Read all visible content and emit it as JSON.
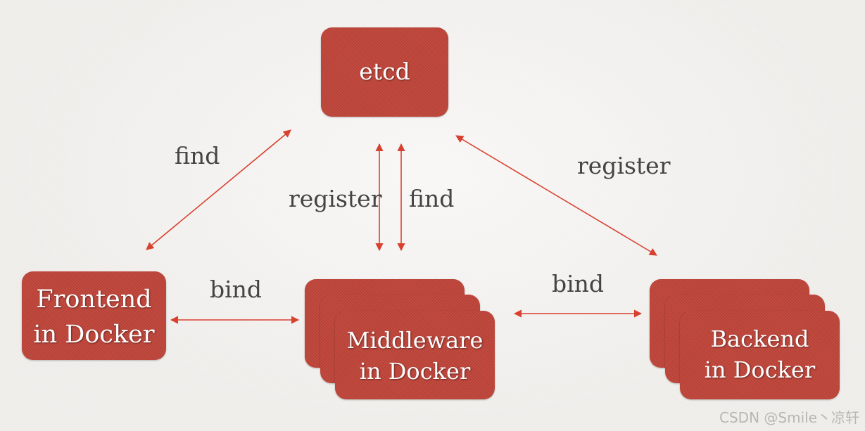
{
  "nodes": {
    "etcd": "etcd",
    "frontend": [
      "Frontend",
      "in Docker"
    ],
    "middleware": [
      "Middleware",
      "in Docker"
    ],
    "backend": [
      "Backend",
      "in Docker"
    ]
  },
  "edges": {
    "frontend_etcd": "find",
    "middleware_register": "register",
    "middleware_find": "find",
    "backend_etcd": "register",
    "frontend_middleware": "bind",
    "middleware_backend": "bind"
  },
  "colors": {
    "box_fill": "#c0453a",
    "arrow": "#d8402f",
    "text": "#444444",
    "background": "#f1efec"
  },
  "watermark": "CSDN @Smile丶凉轩"
}
